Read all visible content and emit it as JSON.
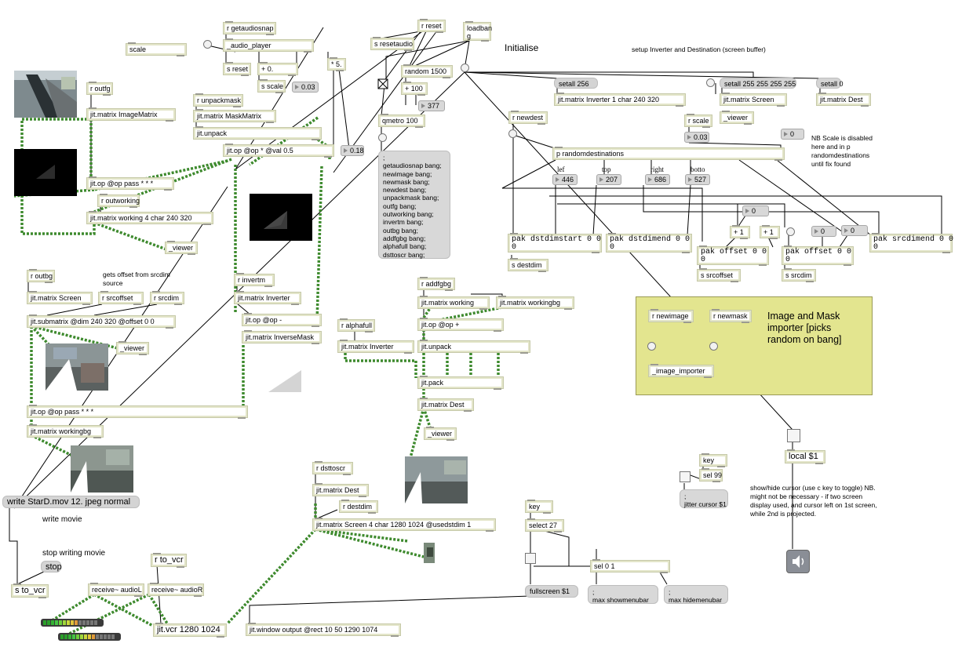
{
  "objects": {
    "scale": "scale",
    "r_getaudiosnap": "r getaudiosnap",
    "audio_player": "_audio_player",
    "plus0": "+ 0.",
    "s_reset": "s reset",
    "s_scale": "s scale",
    "mul5": "* 5.",
    "r_reset": "r reset",
    "loadbang": "loadban\ng",
    "s_resetaudio": "s resetaudio",
    "random1500": "random 1500",
    "plus100": "+ 100",
    "qmetro": "qmetro 100",
    "r_outfg": "r outfg",
    "jm_imagematrix": "jit.matrix ImageMatrix",
    "r_unpackmask": "r unpackmask",
    "jm_maskmatrix": "jit.matrix MaskMatrix",
    "jit_unpack1": "jit.unpack",
    "jitop_val": "jit.op @op * @val 0.5",
    "jitop_pass1": "jit.op @op pass * * *",
    "r_outworking": "r outworking",
    "jm_working4": "jit.matrix working 4 char 240 320",
    "viewer1": "_viewer",
    "r_outbg": "r outbg",
    "jm_screen": "jit.matrix Screen",
    "r_srcoffset": "r srcoffset",
    "r_srcdim": "r srcdim",
    "jit_submatrix": "jit.submatrix @dim 240 320 @offset 0 0",
    "viewer2": "_viewer",
    "jitop_pass2": "jit.op @op pass * * *",
    "jm_workingbg1": "jit.matrix workingbg",
    "r_invertm": "r invertm",
    "jm_inverter1": "jit.matrix Inverter",
    "jitop_minus": "jit.op @op -",
    "jm_inversemask": "jit.matrix InverseMask",
    "r_alphafull": "r alphafull",
    "jm_inverter2": "jit.matrix Inverter",
    "r_addfgbg": "r addfgbg",
    "jm_working": "jit.matrix working",
    "jm_workingbg2": "jit.matrix workingbg",
    "jitop_plus": "jit.op @op +",
    "jit_unpack2": "jit.unpack",
    "jit_pack": "jit.pack",
    "jm_dest1": "jit.matrix Dest",
    "viewer3": "_viewer",
    "r_dsttoscr": "r dsttoscr",
    "jm_dest2": "jit.matrix Dest",
    "r_destdim": "r destdim",
    "jm_screen4": "jit.matrix Screen 4 char 1280 1024 @usedstdim 1",
    "jm_inverter_char": "jit.matrix Inverter 1 char 240 320",
    "jm_screen2": "jit.matrix Screen",
    "jm_dest3": "jit.matrix Dest",
    "viewer4": "_viewer",
    "r_newdest": "r newdest",
    "r_scale": "r scale",
    "p_randomdest": "p randomdestinations",
    "pak_dststart": "pak dstdimstart 0 0",
    "pak_dstend": "pak dstdimend 0 0",
    "plus1a": "+ 1",
    "plus1b": "+ 1",
    "pak_offset1": "pak offset 0 0",
    "pak_offset2": "pak offset 0 0",
    "pak_srcend": "pak srcdimend 0 0",
    "s_destdim": "s destdim",
    "s_srcoffset": "s srcoffset",
    "s_srcdim": "s srcdim",
    "r_newimage": "r newimage",
    "r_newmask": "r newmask",
    "image_importer": "_image_importer",
    "local": "local $1",
    "key1": "key",
    "sel99": "sel 99",
    "key2": "key",
    "select27": "select 27",
    "sel01": "sel 0 1",
    "s_to_vcr": "s to_vcr",
    "r_to_vcr": "r to_vcr",
    "receive_l": "receive~ audioL",
    "receive_r": "receive~ audioR",
    "jit_vcr": "jit.vcr 1280 1024",
    "jit_window": "jit.window output @rect 10 50 1290 1074"
  },
  "messages": {
    "setall256": "setall 256",
    "setall255": "setall 255 255 255 255",
    "setall0": "setall 0",
    "write": "write StarD.mov 12. jpeg normal",
    "stop": "stop",
    "jitter_cursor": ";\njitter cursor $1",
    "fullscreen": "fullscreen $1",
    "showmenubar": ";\nmax showmenubar",
    "hidemenubar": ";\nmax hidemenubar",
    "init_list": ";\ngetaudiosnap bang;\nnewimage bang;\nnewmask bang;\nnewdest bang;\nunpackmask bang;\noutfg bang;\noutworking bang;\ninvertm bang;\noutbg bang;\naddfgbg bang;\nalphafull bang;\ndsttoscr bang;"
  },
  "numbers": {
    "n003a": "0.03",
    "n018": "0.18",
    "n377": "377",
    "n003b": "0.03",
    "n0a": "0",
    "n446": "446",
    "n207": "207",
    "n686": "686",
    "n527": "527",
    "n0b": "0",
    "n0c": "0",
    "n0d": "0"
  },
  "pak_values": {
    "pv1": "0",
    "pv2": "0",
    "pv3": "0",
    "pv4": "0",
    "pv5": "0"
  },
  "comments": {
    "initialise": "Initialise",
    "setup": "setup Inverter and Destination (screen buffer)",
    "nb_scale": "NB Scale is disabled\nhere and in p\nrandomdestinations\nuntil fix found",
    "gets_offset": "gets offset from srcdim\nsource",
    "lef": "lef",
    "top": "top",
    "right": "right",
    "botto": "botto",
    "importer_title": "Image and Mask\nimporter [picks\nrandom on bang]",
    "show_hide": "show/hide cursor (use c key to toggle) NB.\nmight not be necessary - if two screen\ndisplay used, and cursor left on 1st screen,\nwhile 2nd is projected.",
    "write_movie": "write movie",
    "stop_writing": "stop writing movie"
  },
  "colors": {
    "box_border": "#c6c9a8",
    "patch_cord": "#3e8a2e",
    "panel": "#e3e58f",
    "message_bg": "#d4d4d4"
  }
}
